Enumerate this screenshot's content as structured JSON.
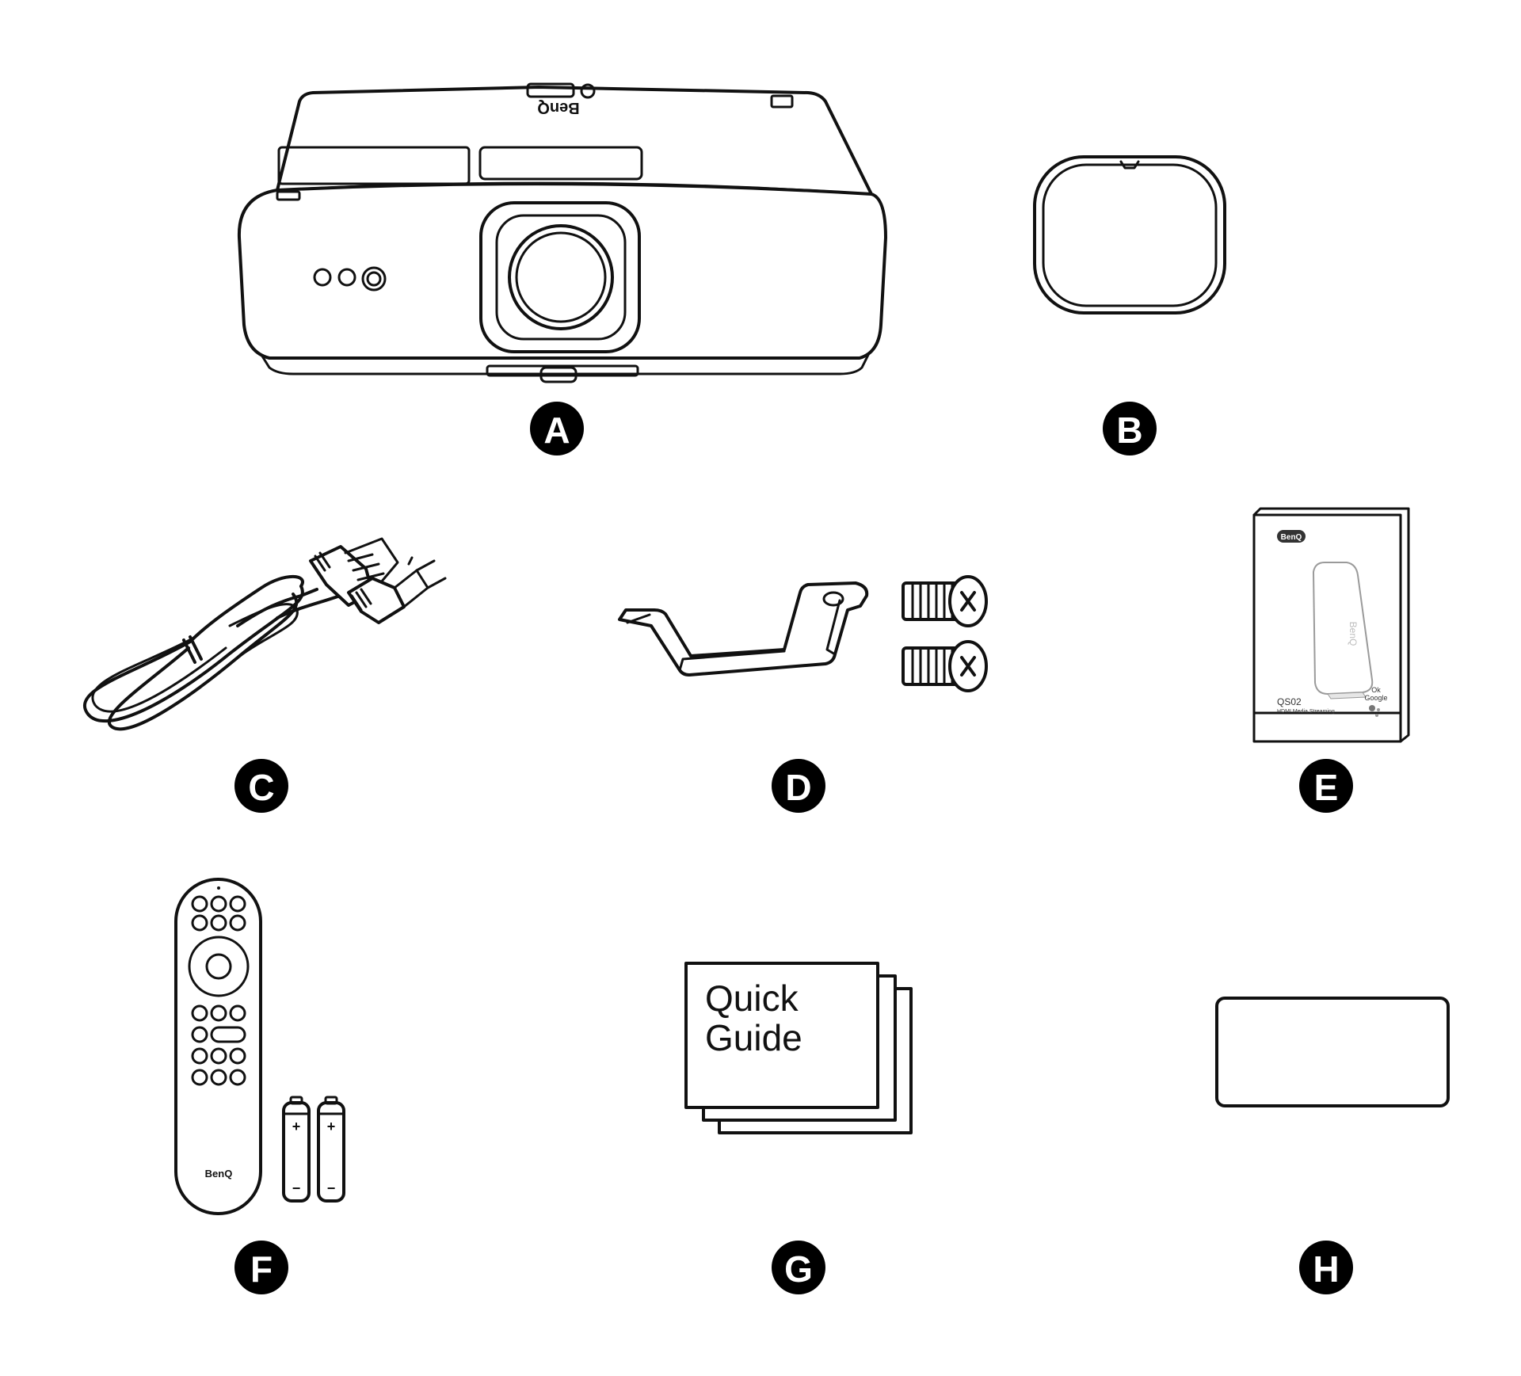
{
  "badges": {
    "a": "A",
    "b": "B",
    "c": "C",
    "d": "D",
    "e": "E",
    "f": "F",
    "g": "G",
    "h": "H"
  },
  "projector": {
    "brand": "BenQ"
  },
  "media_box": {
    "brand": "BenQ",
    "stick_brand": "BenQ",
    "model": "QS02",
    "subtitle": "HDMI Media Streaming",
    "assistant_line1": "Ok",
    "assistant_line2": "Google"
  },
  "remote": {
    "brand": "BenQ",
    "battery_plus": "+",
    "battery_minus": "−"
  },
  "quick_guide": {
    "line1": "Quick",
    "line2": "Guide"
  },
  "colors": {
    "line": "#111111",
    "badge": "#000000",
    "background": "#ffffff"
  }
}
